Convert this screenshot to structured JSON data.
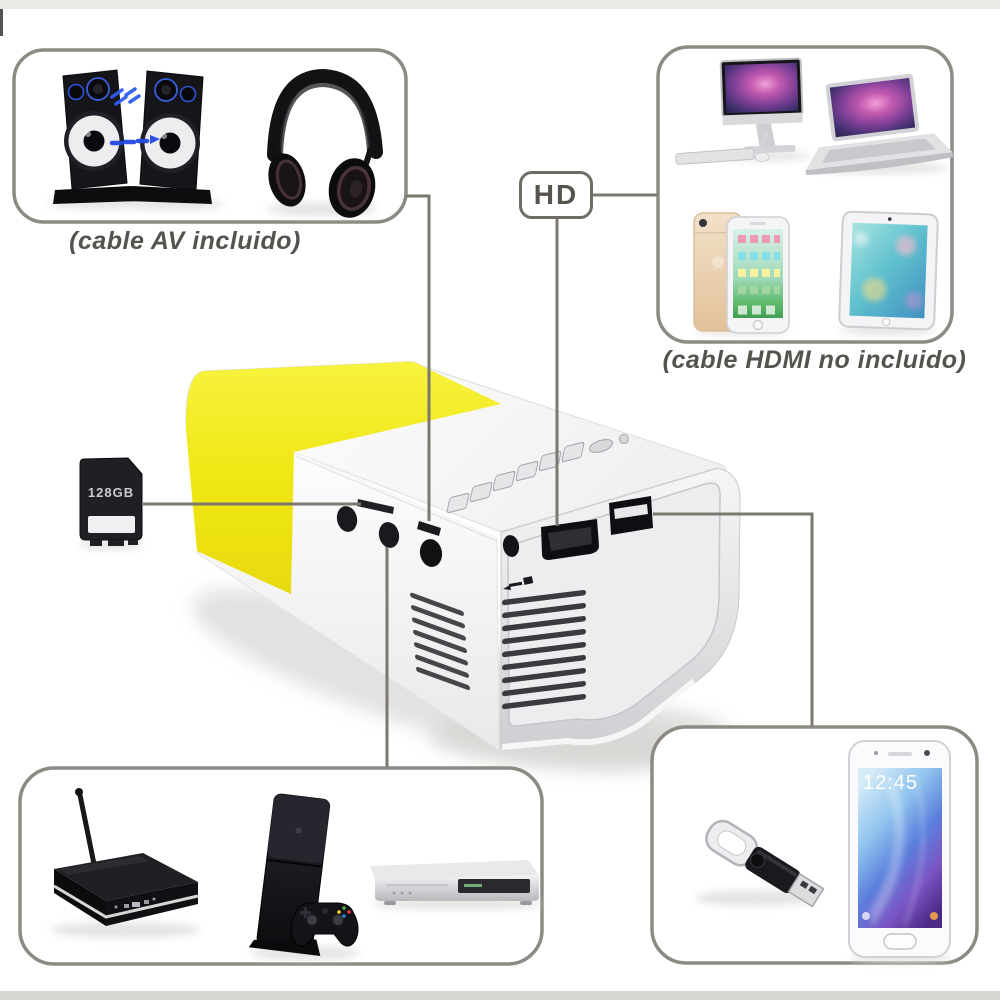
{
  "captions": {
    "av_included": "(cable AV incluido)",
    "hdmi_not_included": "(cable HDMI no incluido)"
  },
  "labels": {
    "hd_badge": "HD",
    "sd_card_capacity": "128GB",
    "phone_clock": "12:45"
  },
  "device_groups": {
    "av_output_devices": [
      "speaker-left",
      "speaker-right",
      "headphones"
    ],
    "hdmi_source_devices": [
      "imac",
      "macbook",
      "iphone",
      "ipad"
    ],
    "av_source_devices": [
      "tv-box",
      "game-console",
      "game-controller",
      "dvd-player"
    ],
    "usb_devices": [
      "usb-flash-drive",
      "samsung-phone"
    ],
    "storage": [
      "sd-card-128gb"
    ]
  },
  "projector": {
    "model_style": "mini-projector",
    "ports": [
      "sd-card-slot",
      "av-jack",
      "audio-jack",
      "ir-receiver",
      "hdmi-port",
      "usb-port"
    ],
    "accent_yellow": "#F0E71A",
    "body_white": "#FAFAFA"
  },
  "connections": [
    {
      "from": "av-devices-box",
      "to": "projector-audio-jack"
    },
    {
      "from": "hd-badge",
      "to": "projector-hdmi-port"
    },
    {
      "from": "hd-badge",
      "to": "hdmi-devices-box"
    },
    {
      "from": "sd-card",
      "to": "projector-sd-slot"
    },
    {
      "from": "projector-usb-port",
      "to": "usb-devices-box"
    },
    {
      "from": "projector-av-jack",
      "to": "av-source-devices-box"
    }
  ],
  "colors": {
    "background": "#FFFFFF",
    "box_border": "#8D8A83",
    "connector_line": "#7B786F",
    "caption_text": "#55534D",
    "bottom_strip": "#D8D6D2",
    "speaker_accent_blue": "#2E5CF0"
  }
}
